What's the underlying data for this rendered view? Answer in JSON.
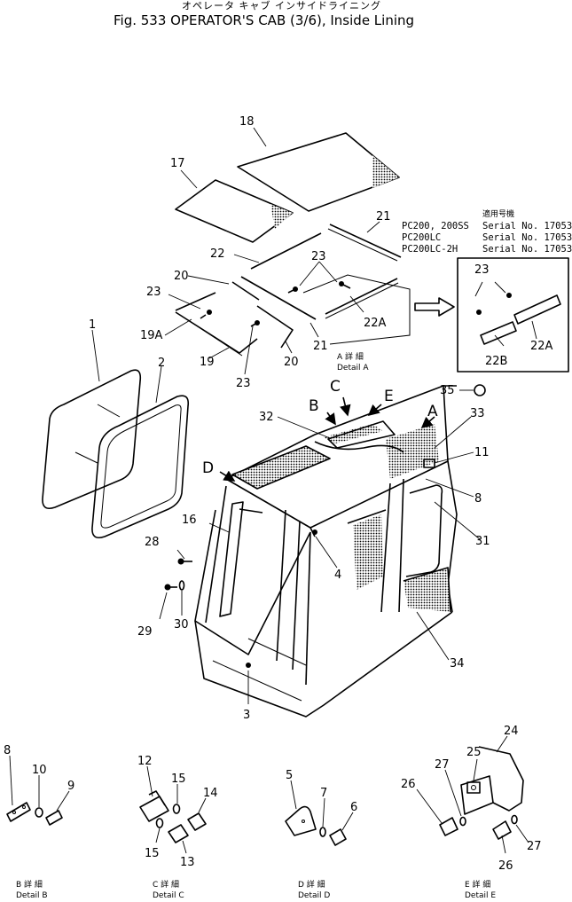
{
  "header": {
    "japanese_title": "オペレータ キャブ インサイドライニング",
    "title": "Fig. 533 OPERATOR'S CAB (3/6), Inside Lining"
  },
  "serial_block": {
    "japanese_heading": "適用号機",
    "rows": [
      {
        "model": "PC200, 200SS",
        "serial": "Serial No. 17053~"
      },
      {
        "model": "PC200LC",
        "serial": "Serial No. 17053~"
      },
      {
        "model": "PC200LC-2H",
        "serial": "Serial No. 17053~"
      }
    ]
  },
  "detail_letters": {
    "a": "A",
    "b": "B",
    "c": "C",
    "d": "D",
    "e": "E"
  },
  "detail_captions": {
    "a": {
      "jp": "A 詳 細",
      "en": "Detail A"
    },
    "b": {
      "jp": "B 詳 細",
      "en": "Detail B"
    },
    "c": {
      "jp": "C 詳 細",
      "en": "Detail C"
    },
    "d": {
      "jp": "D 詳 細",
      "en": "Detail D"
    },
    "e": {
      "jp": "E 詳 細",
      "en": "Detail E"
    }
  },
  "callouts": {
    "p1": "1",
    "p2": "2",
    "p3": "3",
    "p4": "4",
    "p5": "5",
    "p6": "6",
    "p7": "7",
    "p8_main": "8",
    "p8_detail": "8",
    "p9": "9",
    "p10": "10",
    "p11": "11",
    "p12": "12",
    "p13": "13",
    "p14": "14",
    "p15a": "15",
    "p15b": "15",
    "p16": "16",
    "p17": "17",
    "p18": "18",
    "p19": "19",
    "p19a": "19A",
    "p20a": "20",
    "p20b": "20",
    "p21a": "21",
    "p21b": "21",
    "p22": "22",
    "p22a": "22A",
    "p22a_inset": "22A",
    "p22b": "22B",
    "p23a": "23",
    "p23b": "23",
    "p23c": "23",
    "p23_inset": "23",
    "p24": "24",
    "p25": "25",
    "p26a": "26",
    "p26b": "26",
    "p27a": "27",
    "p27b": "27",
    "p28": "28",
    "p29": "29",
    "p30": "30",
    "p31": "31",
    "p32": "32",
    "p33": "33",
    "p34": "34",
    "p35": "35"
  }
}
